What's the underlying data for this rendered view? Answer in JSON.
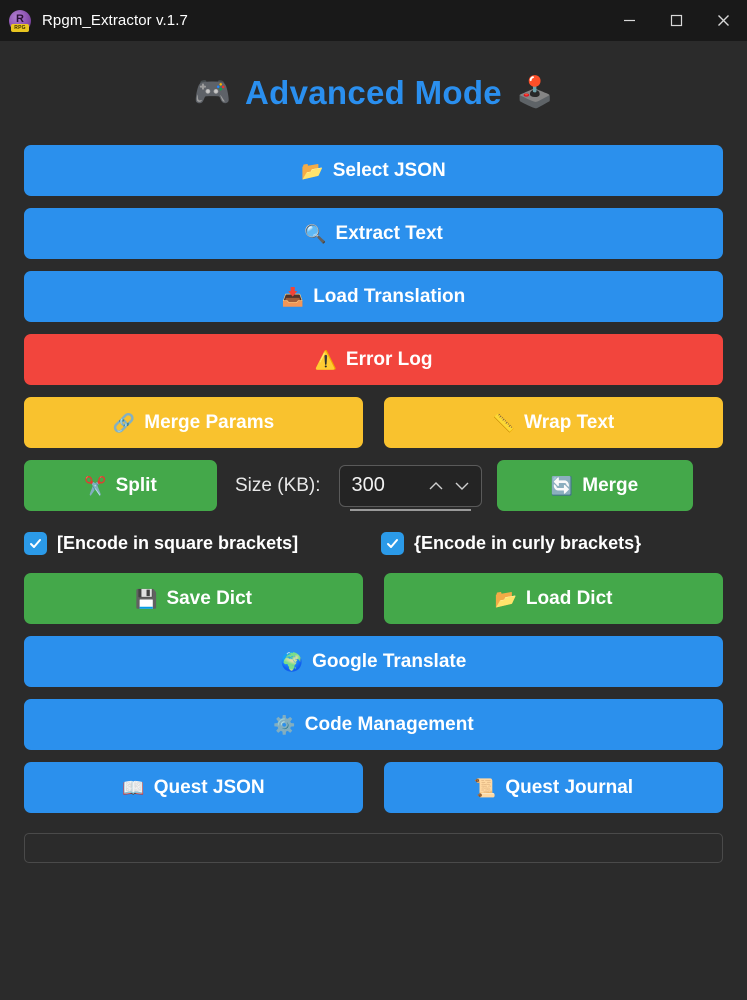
{
  "window": {
    "title": "Rpgm_Extractor v.1.7",
    "app_icon": "rpg-maker-icon",
    "icon_letter": "R",
    "icon_badge": "RPG",
    "controls": {
      "minimize": "minimize-icon",
      "maximize": "maximize-icon",
      "close": "close-icon"
    }
  },
  "header": {
    "left_emoji": "🎮",
    "title": "Advanced Mode",
    "right_emoji": "🕹️",
    "color": "#2a8fef"
  },
  "colors": {
    "background": "#2b2b2b",
    "titlebar": "#191919",
    "blue": "#2b90ed",
    "red": "#f2453d",
    "yellow": "#f9c22e",
    "green": "#44a84a",
    "checkbox": "#2b9ae8"
  },
  "buttons": {
    "select_json": {
      "label": "Select JSON",
      "icon": "📂",
      "icon_name": "open-folder-icon",
      "color": "blue"
    },
    "extract_text": {
      "label": "Extract Text",
      "icon": "🔍",
      "icon_name": "magnifier-icon",
      "color": "blue"
    },
    "load_translation": {
      "label": "Load Translation",
      "icon": "📥",
      "icon_name": "inbox-tray-icon",
      "color": "blue"
    },
    "error_log": {
      "label": "Error Log",
      "icon": "⚠️",
      "icon_name": "warning-icon",
      "color": "red"
    },
    "merge_params": {
      "label": "Merge Params",
      "icon": "🔗",
      "icon_name": "link-icon",
      "color": "yellow"
    },
    "wrap_text": {
      "label": "Wrap Text",
      "icon": "📏",
      "icon_name": "ruler-icon",
      "color": "yellow"
    },
    "split": {
      "label": "Split",
      "icon": "✂️",
      "icon_name": "scissors-icon",
      "color": "green"
    },
    "merge": {
      "label": "Merge",
      "icon": "🔄",
      "icon_name": "refresh-icon",
      "color": "green"
    },
    "save_dict": {
      "label": "Save Dict",
      "icon": "💾",
      "icon_name": "floppy-disk-icon",
      "color": "green"
    },
    "load_dict": {
      "label": "Load Dict",
      "icon": "📂",
      "icon_name": "open-folder-icon",
      "color": "green"
    },
    "google_translate": {
      "label": "Google Translate",
      "icon": "🌍",
      "icon_name": "globe-icon",
      "color": "blue"
    },
    "code_management": {
      "label": "Code Management",
      "icon": "⚙️",
      "icon_name": "gear-icon",
      "color": "blue"
    },
    "quest_json": {
      "label": "Quest JSON",
      "icon": "📖",
      "icon_name": "open-book-icon",
      "color": "blue"
    },
    "quest_journal": {
      "label": "Quest Journal",
      "icon": "📜",
      "icon_name": "scroll-icon",
      "color": "blue"
    }
  },
  "size_control": {
    "label": "Size (KB):",
    "value": "300",
    "up_icon": "chevron-up-icon",
    "down_icon": "chevron-down-icon"
  },
  "checkboxes": [
    {
      "label": "[Encode in square brackets]",
      "checked": true
    },
    {
      "label": "{Encode in curly brackets}",
      "checked": true
    }
  ],
  "statusbar": {
    "text": ""
  }
}
